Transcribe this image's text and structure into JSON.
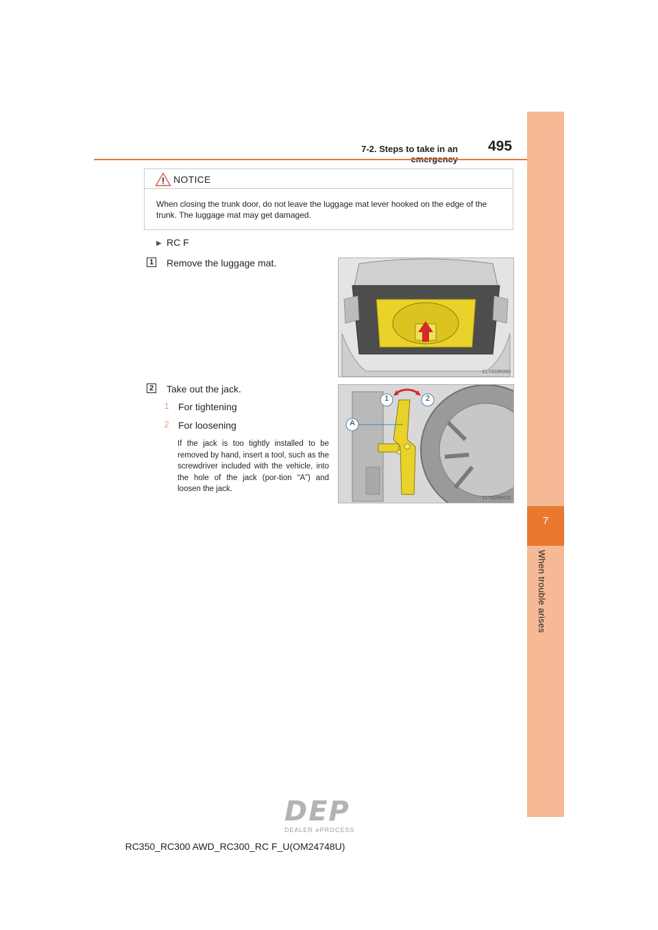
{
  "header": {
    "section_title": "7-2. Steps to take in an emergency",
    "page_number": "495"
  },
  "side_tab": {
    "chapter_number": "7",
    "chapter_title": "When trouble arises"
  },
  "notice": {
    "heading": "NOTICE",
    "text": "When closing the trunk door, do not leave the luggage mat lever hooked on the edge of the trunk. The luggage mat may get damaged."
  },
  "section": {
    "label": "RC F",
    "steps": [
      {
        "number": "1",
        "text": "Remove the luggage mat.",
        "figure_code": "CLY828R069"
      },
      {
        "number": "2",
        "text": "Take out the jack.",
        "items": [
          {
            "marker": "1",
            "text": "For tightening"
          },
          {
            "marker": "2",
            "text": "For loosening"
          }
        ],
        "note": "If the jack is too tightly installed to be removed by hand, insert a tool, such as the screwdriver included with the vehicle, into the hole of the jack (por-tion “A”) and loosen the jack.",
        "figure_code": "CLY828R020",
        "figure_labels": {
          "one": "1",
          "two": "2",
          "a": "A"
        }
      }
    ]
  },
  "footer": {
    "model_code": "RC350_RC300 AWD_RC300_RC F_U(OM24748U)",
    "logo_text": "DEP",
    "logo_subtext": "DEALER ePROCESS"
  },
  "colors": {
    "accent": "#e8792f",
    "tab": "#f5b995",
    "jack_yellow": "#e9d22a",
    "arrow_red": "#d42a2a"
  }
}
